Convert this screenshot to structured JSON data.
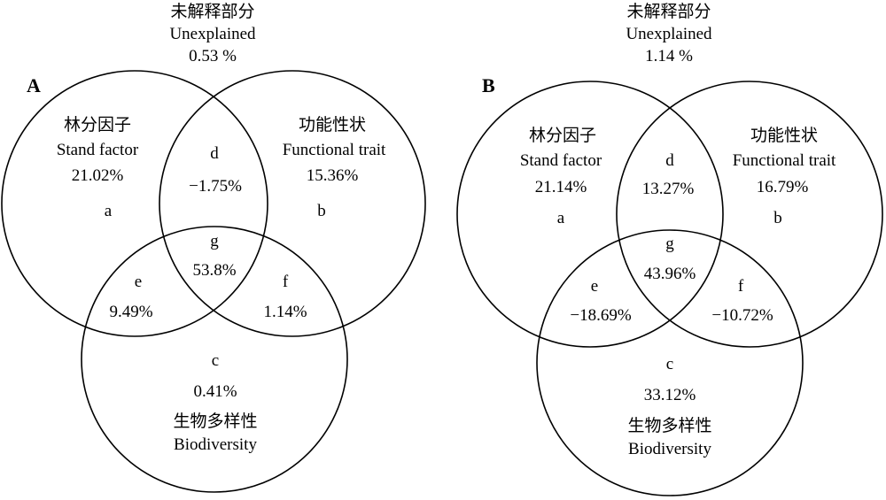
{
  "panels": [
    {
      "label": "A",
      "unexplained": {
        "zh": "未解释部分",
        "en": "Unexplained",
        "value": "0.53 %"
      },
      "stand": {
        "zh": "林分因子",
        "en": "Stand factor",
        "value": "21.02%",
        "letter": "a"
      },
      "trait": {
        "zh": "功能性状",
        "en": "Functional trait",
        "value": "15.36%",
        "letter": "b"
      },
      "bio": {
        "zh": "生物多样性",
        "en": "Biodiversity",
        "value": "0.41%",
        "letter": "c"
      },
      "d": {
        "letter": "d",
        "value": "−1.75%"
      },
      "e": {
        "letter": "e",
        "value": "9.49%"
      },
      "f": {
        "letter": "f",
        "value": "1.14%"
      },
      "g": {
        "letter": "g",
        "value": "53.8%"
      }
    },
    {
      "label": "B",
      "unexplained": {
        "zh": "未解释部分",
        "en": "Unexplained",
        "value": "1.14 %"
      },
      "stand": {
        "zh": "林分因子",
        "en": "Stand factor",
        "value": "21.14%",
        "letter": "a"
      },
      "trait": {
        "zh": "功能性状",
        "en": "Functional trait",
        "value": "16.79%",
        "letter": "b"
      },
      "bio": {
        "zh": "生物多样性",
        "en": "Biodiversity",
        "value": "33.12%",
        "letter": "c"
      },
      "d": {
        "letter": "d",
        "value": "13.27%"
      },
      "e": {
        "letter": "e",
        "value": "−18.69%"
      },
      "f": {
        "letter": "f",
        "value": "−10.72%"
      },
      "g": {
        "letter": "g",
        "value": "43.96%"
      }
    }
  ]
}
